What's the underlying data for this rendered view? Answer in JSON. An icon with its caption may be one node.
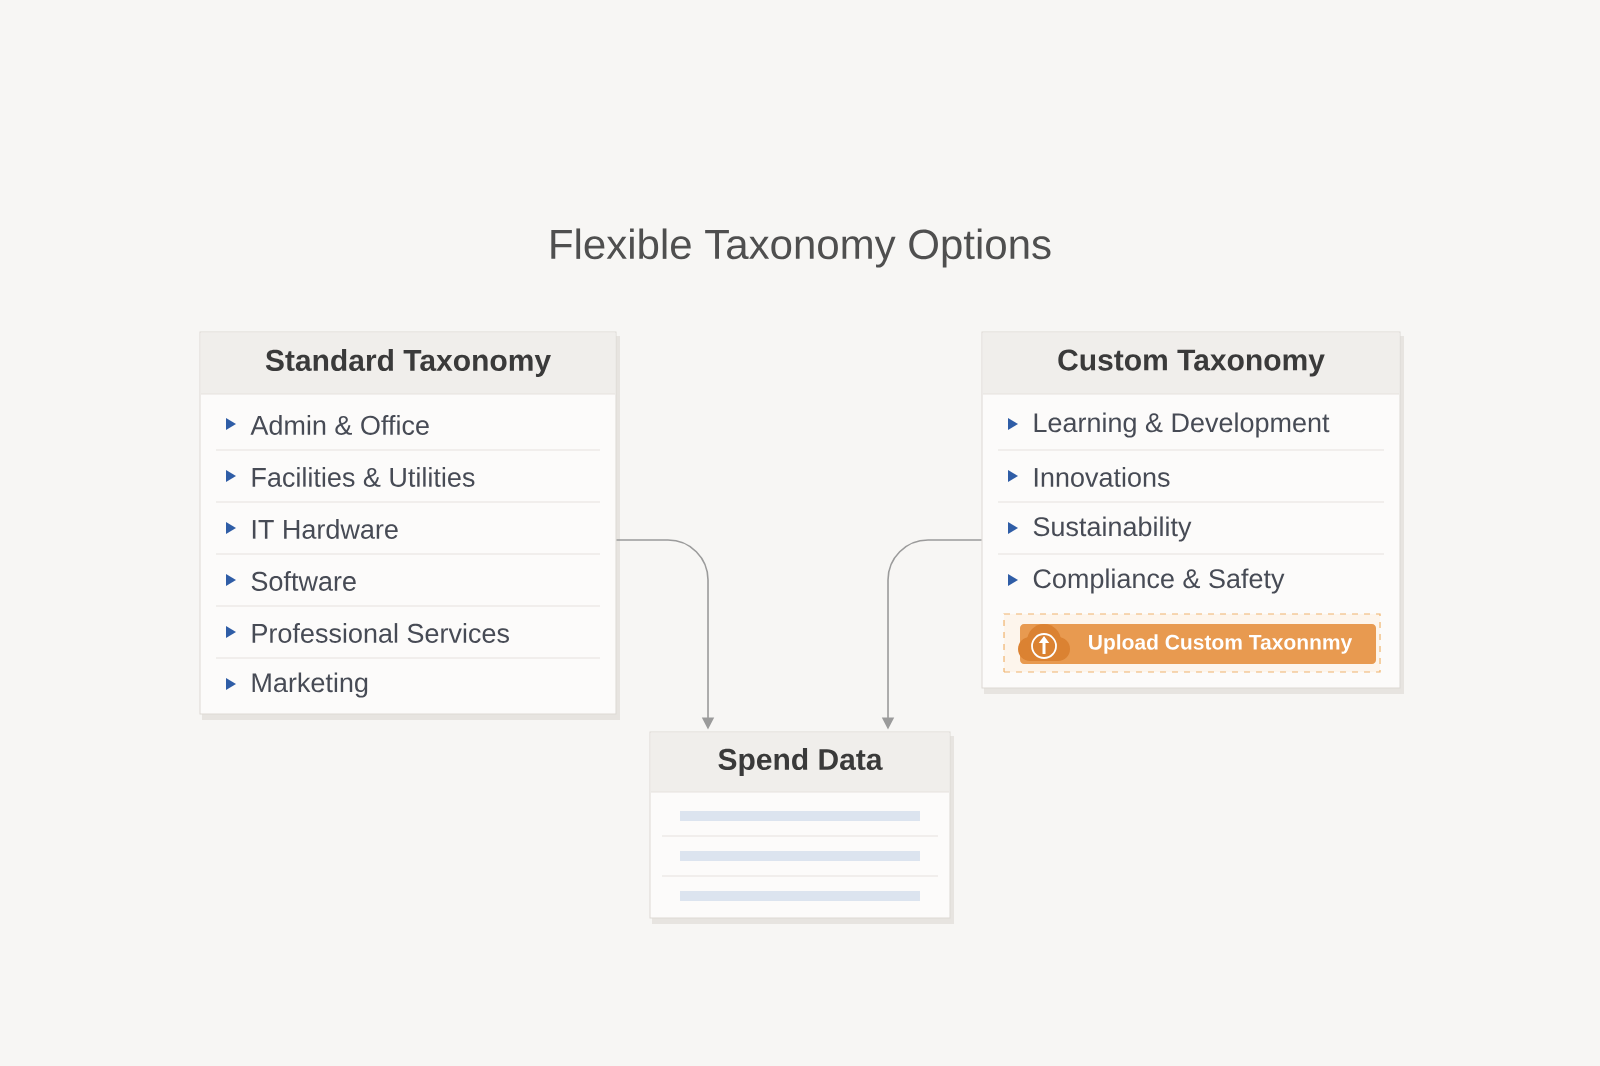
{
  "diagram": {
    "title": "Flexible Taxonomy Options",
    "nodes": [
      {
        "text": [
          "Standard Taxonomy",
          "Admin & Office",
          "Facilities & Utilities",
          "IT Hardware",
          "Software",
          "Professional Services",
          "Marketing"
        ]
      },
      {
        "text": [
          "Custom Taxonomy",
          "Learning & Development",
          "Innovations",
          "Sustainability",
          "Compliance & Safety"
        ]
      },
      {
        "text": [
          "Upload Custom Taxonnmy"
        ],
        "in": 1
      },
      {
        "text": [
          "Spend Data"
        ]
      }
    ],
    "edges": [
      {
        "from": 0,
        "to": 3,
        "arrow": "to"
      },
      {
        "from": 1,
        "to": 3,
        "arrow": "to"
      }
    ]
  }
}
